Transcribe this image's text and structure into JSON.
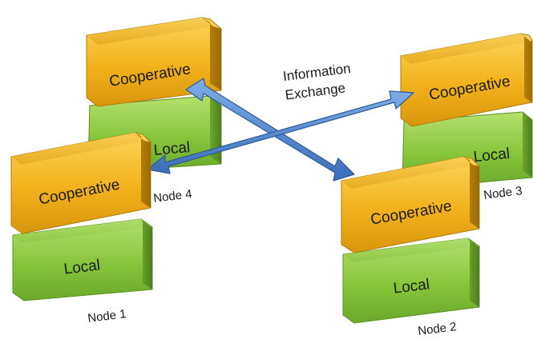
{
  "exchange": {
    "line1": "Information",
    "line2": "Exchange"
  },
  "nodes": [
    {
      "name": "Node 1",
      "cooperative": "Cooperative",
      "local": "Local"
    },
    {
      "name": "Node 2",
      "cooperative": "Cooperative",
      "local": "Local"
    },
    {
      "name": "Node 3",
      "cooperative": "Cooperative",
      "local": "Local"
    },
    {
      "name": "Node 4",
      "cooperative": "Cooperative",
      "local": "Local"
    }
  ],
  "colors": {
    "cooperative": "#f2b21c",
    "cooperative_side": "#b27d0a",
    "local": "#86c63a",
    "local_side": "#5a8f24",
    "arrow": "#4a7fc8",
    "arrow_edge": "#2c5a98"
  }
}
